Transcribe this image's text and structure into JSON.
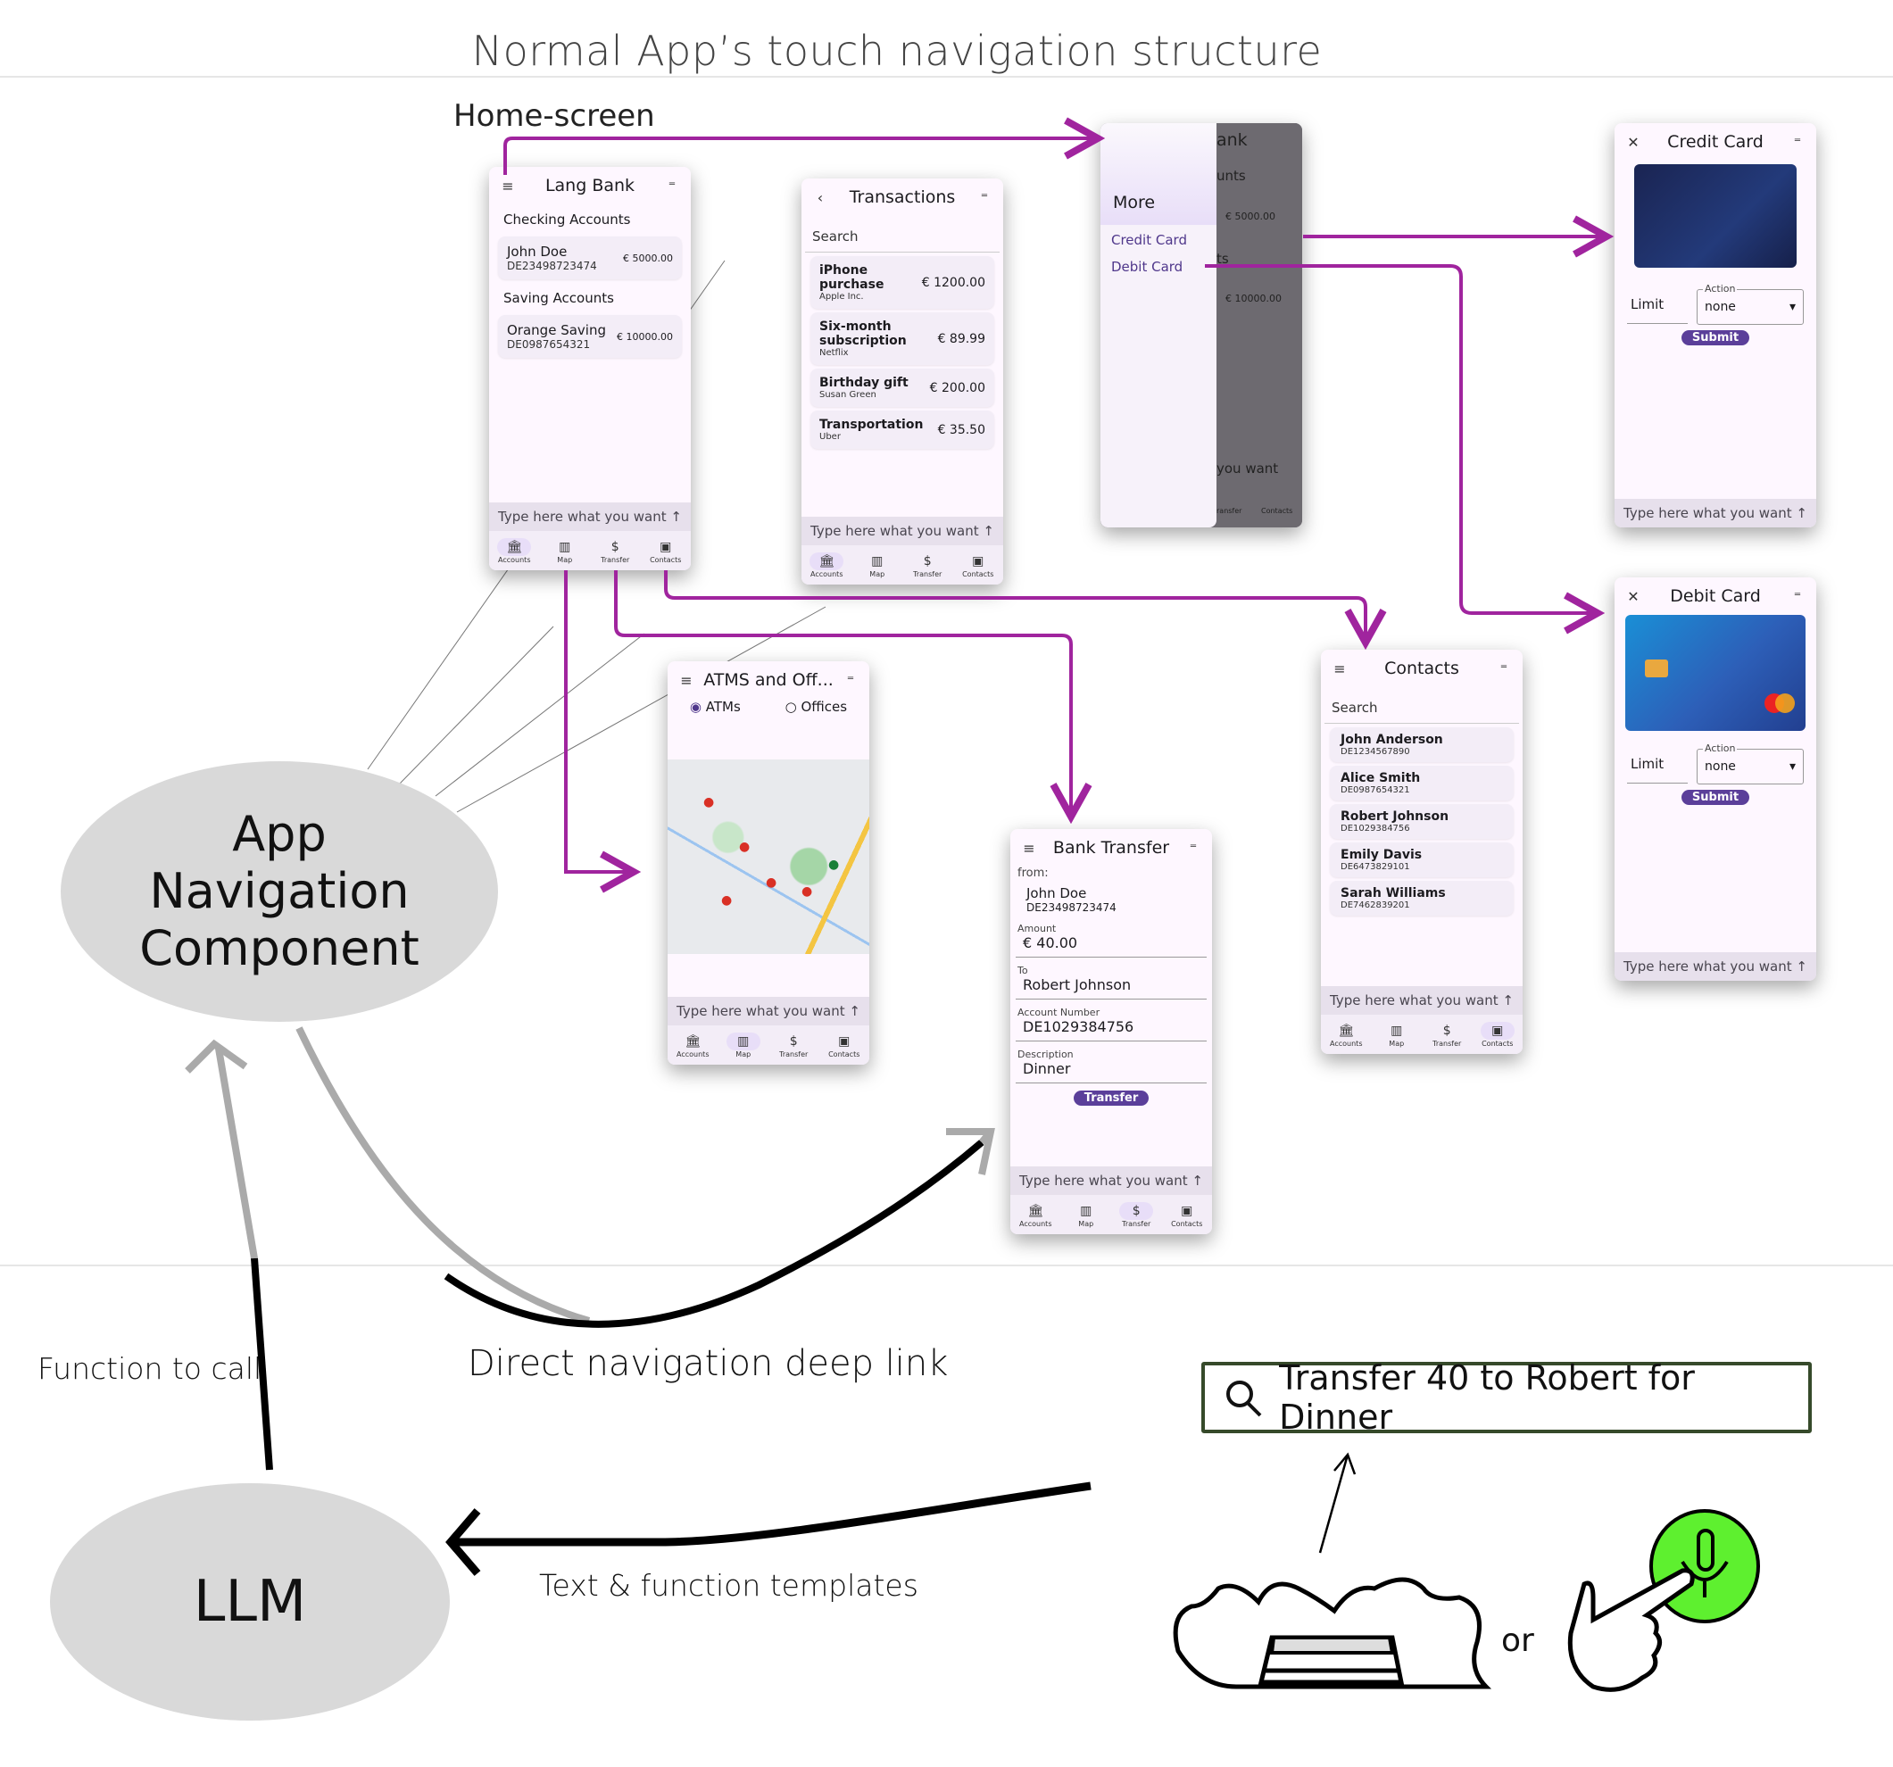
{
  "diagram": {
    "title": "Normal App’s touch navigation structure",
    "home_label": "Home-screen",
    "nodes": {
      "app_nav": "App Navigation Component",
      "app_nav_lines": [
        "App",
        "Navigation",
        "Component"
      ],
      "llm": "LLM"
    },
    "edge_labels": {
      "function_to_call": "Function to call",
      "deep_link": "Direct navigation deep link",
      "templates": "Text & function templates",
      "or": "or"
    },
    "command_input": "Transfer 40 to Robert for Dinner",
    "colors": {
      "nav_arrow": "#a0249e",
      "mic_button": "#5ef02f",
      "accent": "#5b3f9a"
    }
  },
  "common": {
    "prompt_placeholder": "Type here what you want",
    "nav": [
      "Accounts",
      "Map",
      "Transfer",
      "Contacts"
    ],
    "search": "Search"
  },
  "home": {
    "title": "Lang Bank",
    "checking_label": "Checking Accounts",
    "checking": {
      "name": "John Doe",
      "iban": "DE23498723474",
      "amount": "€ 5000.00"
    },
    "saving_label": "Saving Accounts",
    "saving": {
      "name": "Orange Saving",
      "iban": "DE0987654321",
      "amount": "€ 10000.00"
    }
  },
  "transactions": {
    "title": "Transactions",
    "items": [
      {
        "title": "iPhone purchase",
        "party": "Apple Inc.",
        "amount": "€ 1200.00"
      },
      {
        "title": "Six-month subscription",
        "party": "Netflix",
        "amount": "€ 89.99"
      },
      {
        "title": "Birthday gift",
        "party": "Susan Green",
        "amount": "€ 200.00"
      },
      {
        "title": "Transportation",
        "party": "Uber",
        "amount": "€ 35.50"
      }
    ]
  },
  "drawer": {
    "header": "More",
    "items": [
      "Credit Card",
      "Debit Card"
    ],
    "bg_title": "ank",
    "bg_sec1": "unts",
    "bg_sec2": "ts",
    "bg_amt1": "€ 5000.00",
    "bg_amt2": "€ 10000.00",
    "bg_prompt": "you want",
    "bg_nav": [
      "ransfer",
      "Contacts"
    ]
  },
  "credit_card": {
    "title": "Credit Card",
    "limit": "Limit",
    "action_label": "Action",
    "action_value": "none",
    "submit": "Submit"
  },
  "debit_card": {
    "title": "Debit Card",
    "limit": "Limit",
    "action_label": "Action",
    "action_value": "none",
    "submit": "Submit"
  },
  "atms": {
    "title": "ATMS and Off...",
    "options": [
      "ATMs",
      "Offices"
    ],
    "selected": "ATMs"
  },
  "contacts": {
    "title": "Contacts",
    "items": [
      {
        "name": "John Anderson",
        "iban": "DE1234567890"
      },
      {
        "name": "Alice Smith",
        "iban": "DE0987654321"
      },
      {
        "name": "Robert Johnson",
        "iban": "DE1029384756"
      },
      {
        "name": "Emily Davis",
        "iban": "DE6473829101"
      },
      {
        "name": "Sarah Williams",
        "iban": "DE7462839201"
      }
    ]
  },
  "transfer": {
    "title": "Bank Transfer",
    "from_label": "from:",
    "from_name": "John Doe",
    "from_iban": "DE23498723474",
    "fields": [
      {
        "label": "Amount",
        "value": "€ 40.00"
      },
      {
        "label": "To",
        "value": "Robert Johnson"
      },
      {
        "label": "Account Number",
        "value": "DE1029384756"
      },
      {
        "label": "Description",
        "value": "Dinner"
      }
    ],
    "button": "Transfer"
  }
}
